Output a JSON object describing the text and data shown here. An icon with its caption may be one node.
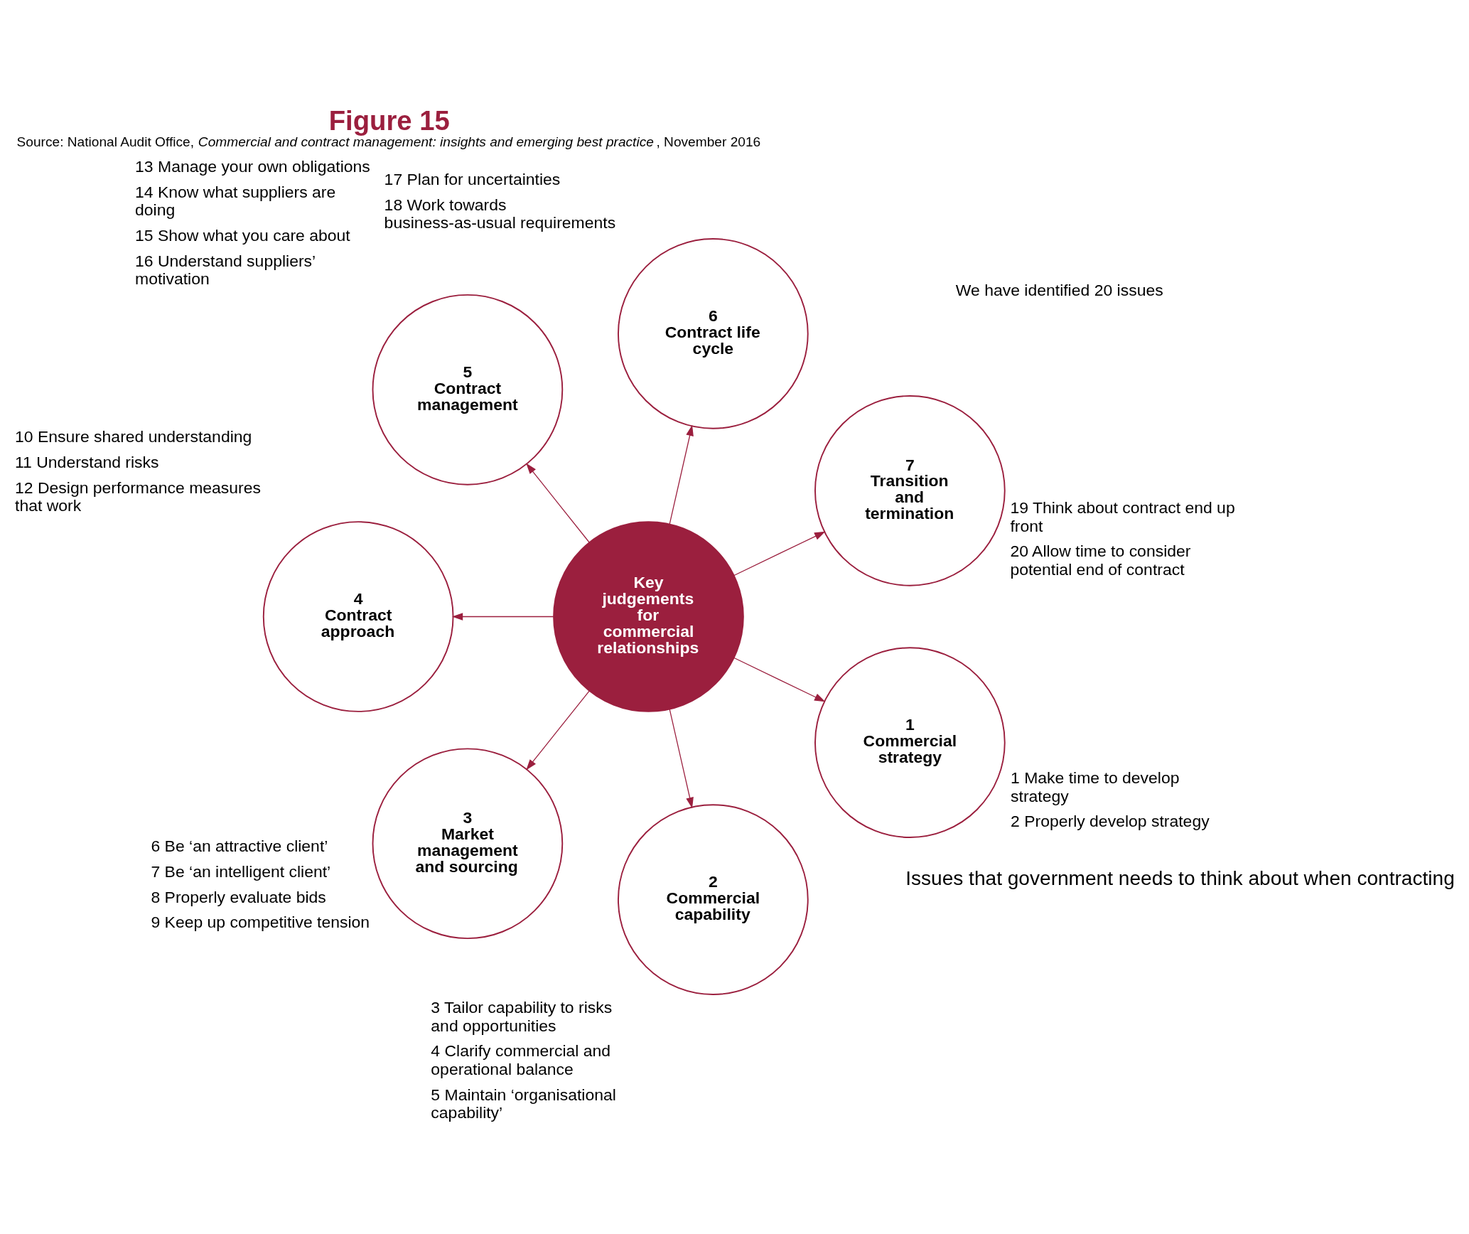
{
  "diagram": {
    "title": "Figure 15",
    "caption": "Source: National Audit Office, *Commercial and contract management: insights and emerging best practice*, November 2016",
    "nodes": [
      {
        "text": [
          "Key judgements for commercial relationships"
        ]
      },
      {
        "text": [
          "1",
          "Commercial strategy"
        ],
        "beside": [
          "1 Make time to develop strategy",
          "2 Properly develop strategy"
        ]
      },
      {
        "text": [
          "2",
          "Commercial capability"
        ],
        "beside": [
          "3 Tailor capability to risks and opportunities",
          "4 Clarify commercial and operational balance",
          "5 Maintain ‘organisational capability’"
        ]
      },
      {
        "text": [
          "3",
          "Market management and sourcing"
        ],
        "beside": [
          "6 Be ‘an attractive client’",
          "7 Be ‘an intelligent client’",
          "8 Properly evaluate bids",
          "9 Keep up competitive tension"
        ]
      },
      {
        "text": [
          "4",
          "Contract approach"
        ],
        "beside": [
          "10 Ensure shared understanding",
          "11 Understand risks",
          "12 Design performance measures that work"
        ]
      },
      {
        "text": [
          "5",
          "Contract management"
        ],
        "beside": [
          "13 Manage your own obligations",
          "14 Know what suppliers are doing",
          "15 Show what you care about",
          "16 Understand suppliers’ motivation"
        ]
      },
      {
        "text": [
          "6",
          "Contract life cycle"
        ],
        "beside": [
          "17 Plan for uncertainties",
          "18 Work towards business-as-usual requirements"
        ]
      },
      {
        "text": [
          "7",
          "Transition and termination"
        ],
        "beside": [
          "19 Think about contract end up front",
          "20 Allow time to consider potential end of contract"
        ]
      }
    ],
    "edges": [
      {
        "from": 0,
        "to": 1,
        "arrow": "to"
      },
      {
        "from": 0,
        "to": 2,
        "arrow": "to"
      },
      {
        "from": 0,
        "to": 3,
        "arrow": "to"
      },
      {
        "from": 0,
        "to": 4,
        "arrow": "to"
      },
      {
        "from": 0,
        "to": 5,
        "arrow": "to"
      },
      {
        "from": 0,
        "to": 6,
        "arrow": "to"
      },
      {
        "from": 0,
        "to": 7,
        "arrow": "to"
      }
    ],
    "labels": [
      "Issues that government needs to think about when contracting",
      "We have identified 20 issues"
    ]
  }
}
